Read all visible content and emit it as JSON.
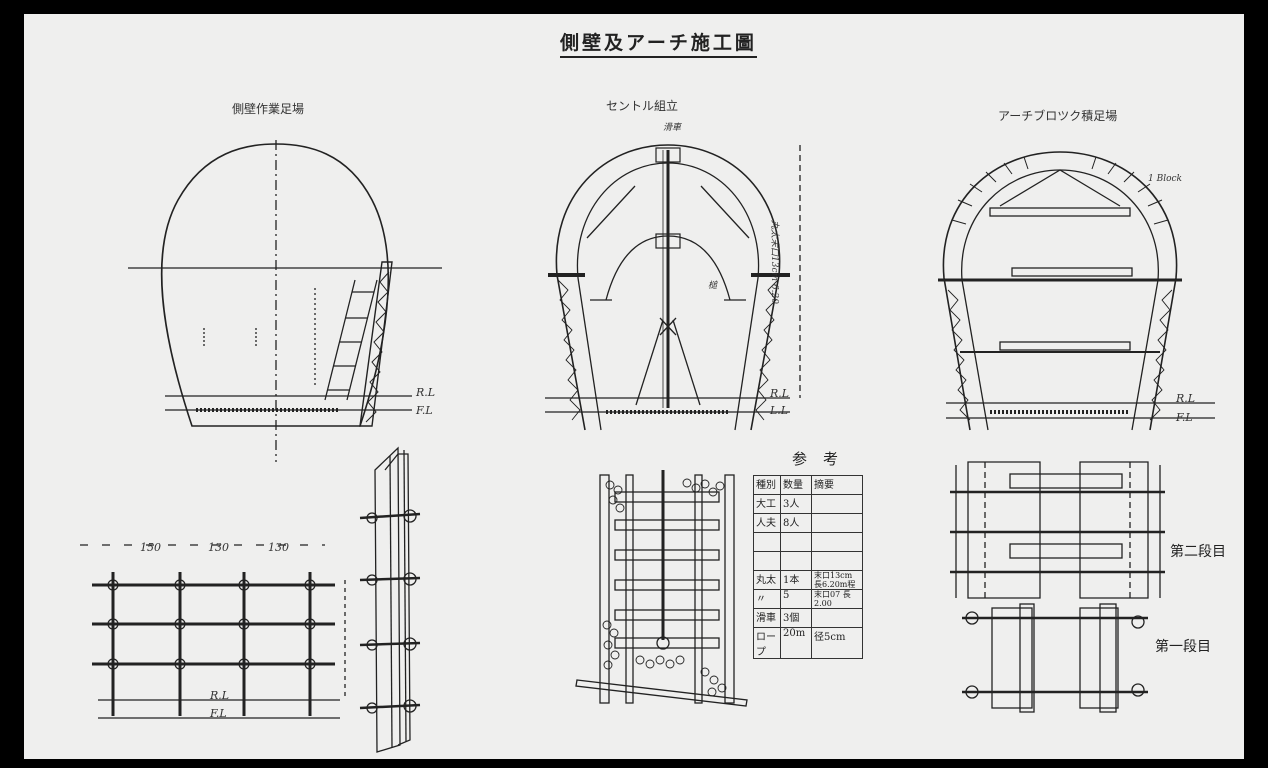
{
  "title": "側壁及アーチ施工圖",
  "views": {
    "left": {
      "label": "側壁作業足場",
      "rl": "R.L",
      "fl": "F.L"
    },
    "center": {
      "label": "セントル組立",
      "top_note": "滑車",
      "height_note": "丸太末口13cm 6.20",
      "side_note": "槌",
      "rl": "R.L",
      "fl": "L.L"
    },
    "right": {
      "label": "アーチブロツク積足場",
      "block_note": "1 Block",
      "rl": "R.L",
      "fl": "F.L"
    }
  },
  "scaffold_detail": {
    "dims": [
      "150",
      "130",
      "130"
    ],
    "rl": "R.L",
    "fl": "F.L"
  },
  "reference_table": {
    "heading": "参考",
    "columns": [
      "種別",
      "数量",
      "摘要"
    ],
    "rows": [
      [
        "大工",
        "3人",
        ""
      ],
      [
        "人夫",
        "8人",
        ""
      ],
      [
        "",
        "",
        ""
      ],
      [
        "",
        "",
        ""
      ],
      [
        "丸太",
        "1本",
        "末口13cm 長6.20m程"
      ],
      [
        "〃",
        "5",
        "末口07 長2.00"
      ],
      [
        "滑車",
        "3個",
        ""
      ],
      [
        "ロープ",
        "20m",
        "径5cm"
      ]
    ]
  },
  "stage_labels": {
    "second": "第二段目",
    "first": "第一段目"
  }
}
